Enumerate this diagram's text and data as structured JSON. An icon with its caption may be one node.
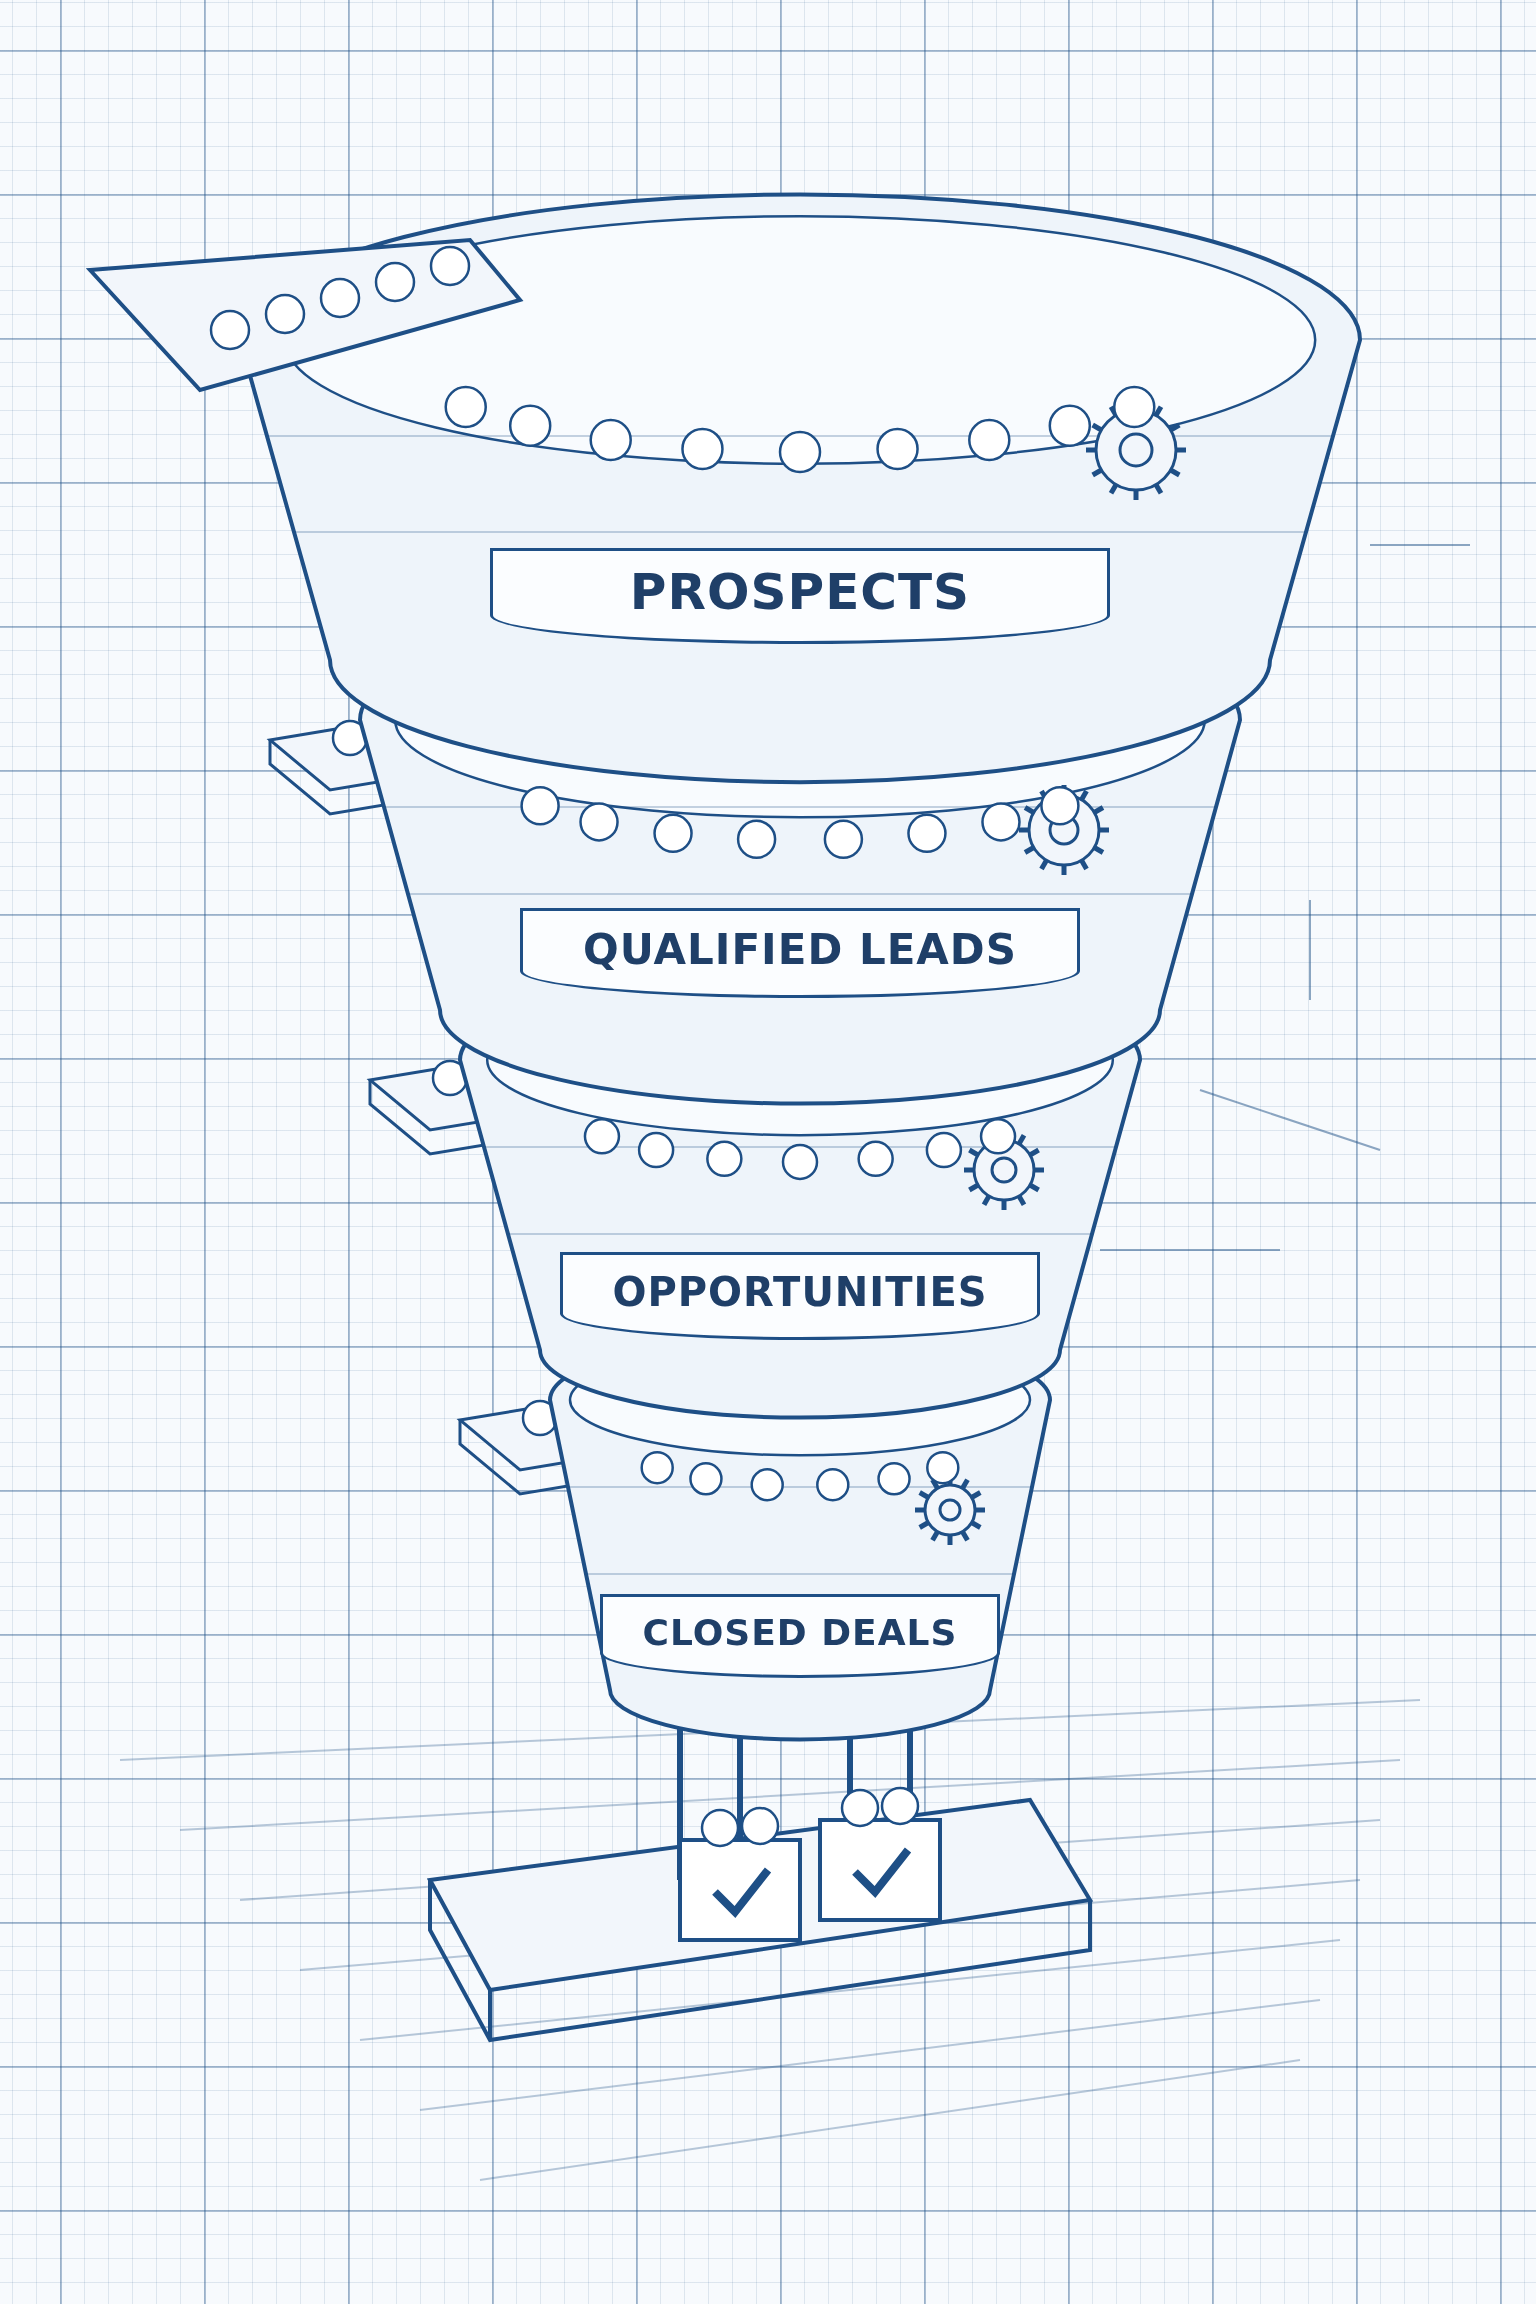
{
  "diagram": {
    "nodes": [
      {
        "text": [
          "PROSPECTS"
        ]
      },
      {
        "text": [
          "QUALIFIED LEADS"
        ]
      },
      {
        "text": [
          "OPPORTUNITIES"
        ]
      },
      {
        "text": [
          "CLOSED DEALS"
        ]
      }
    ]
  }
}
